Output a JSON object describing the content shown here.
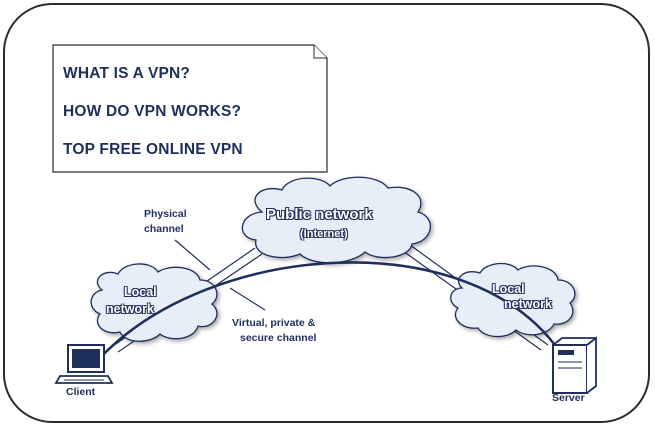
{
  "title_box": {
    "line1": "WHAT IS A VPN?",
    "line2": "HOW DO VPN WORKS?",
    "line3": "TOP FREE ONLINE VPN"
  },
  "diagram": {
    "physical_channel": [
      "Physical",
      "channel"
    ],
    "public_network": "Public network",
    "internet": "(Internet)",
    "local_network_left": [
      "Local",
      "network"
    ],
    "local_network_right": [
      "Local",
      "network"
    ],
    "virtual_channel": [
      "Virtual, private &",
      "secure channel"
    ],
    "client": "Client",
    "server": "Server"
  },
  "colors": {
    "ink": "#1f2f5c",
    "cloud_fill": "#e8eef7",
    "frame_border": "#2b2b2b"
  }
}
